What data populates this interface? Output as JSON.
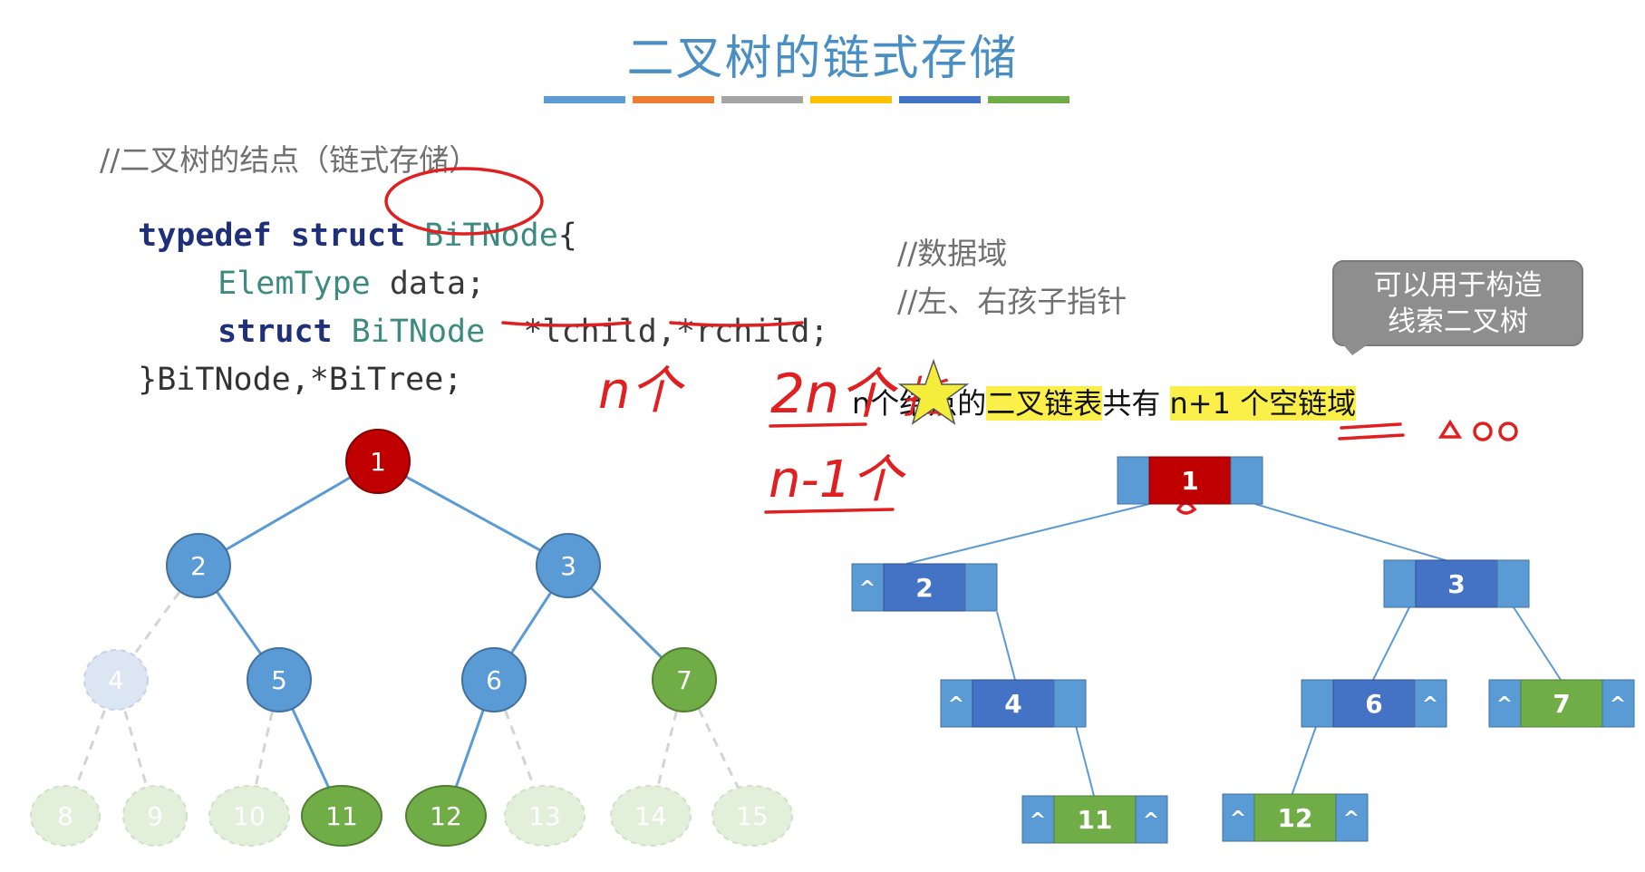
{
  "title": "二叉树的链式存储",
  "color_bar": [
    "#5b9bd5",
    "#ed7d31",
    "#a5a5a5",
    "#ffc000",
    "#4472c4",
    "#70ad47"
  ],
  "code": {
    "line1_comment": "//二叉树的结点（链式存储）",
    "line2_kw1": "typedef",
    "line2_kw2": "struct",
    "line2_name": "BiTNode",
    "line2_brace": "{",
    "line3_type": "ElemType",
    "line3_var": "data;",
    "line3_comment": "//数据域",
    "line4_kw": "struct",
    "line4_type": "BiTNode",
    "line4_ptrs": "*lchild,*rchild;",
    "line4_comment": "//左、右孩子指针",
    "line5": "}BiTNode,*BiTree;"
  },
  "callout": {
    "line1": "可以用于构造",
    "line2": "线索二叉树"
  },
  "note": {
    "part1": "n个结点的",
    "hl1": "二叉链表",
    "part2": "共有",
    "hl2": "n+1 个空链域"
  },
  "colors": {
    "blue_node": "#5b9bd5",
    "red_node": "#c00000",
    "green_node": "#70ad47",
    "box_dark": "#4472c4",
    "ink_red": "#e02020"
  },
  "tree": {
    "nodes": [
      "1",
      "2",
      "3",
      "4",
      "5",
      "6",
      "7",
      "8",
      "9",
      "10",
      "11",
      "12",
      "13",
      "14",
      "15"
    ]
  },
  "linked": {
    "null_mark": "^",
    "nodes": [
      "1",
      "2",
      "3",
      "4",
      "6",
      "7",
      "11",
      "12"
    ]
  },
  "handwriting": [
    "n个",
    "2n个",
    "指",
    "n-1个"
  ]
}
